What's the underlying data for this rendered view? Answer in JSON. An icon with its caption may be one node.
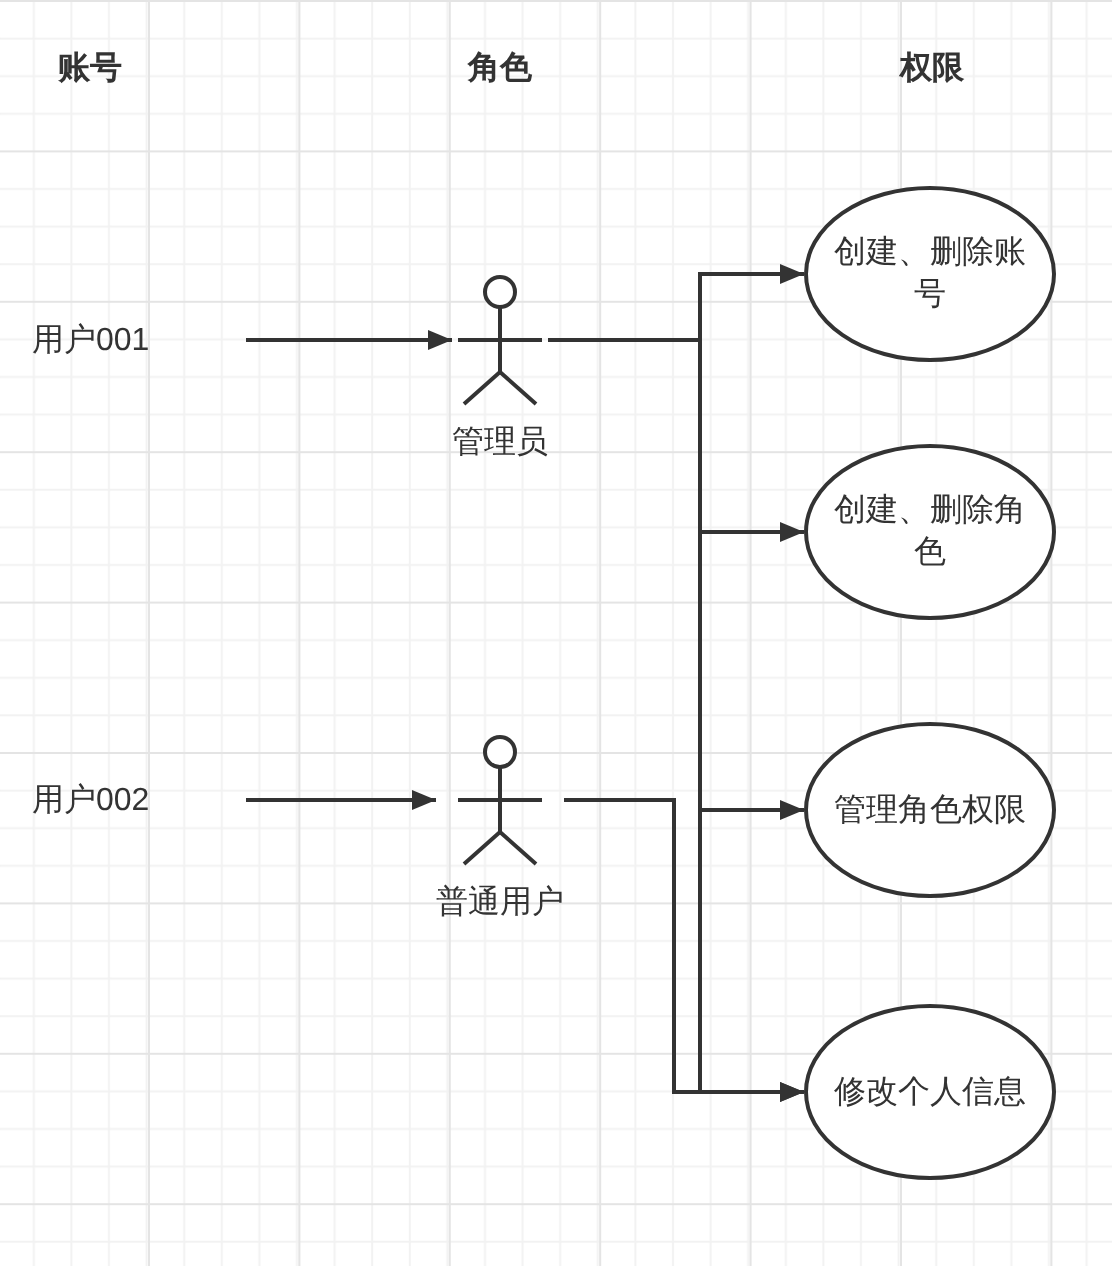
{
  "diagram": {
    "nodes": [
      {
        "text": [
          "用户001"
        ]
      },
      {
        "text": [
          "用户002"
        ]
      },
      {
        "text": [
          "管理员"
        ]
      },
      {
        "text": [
          "普通用户"
        ]
      },
      {
        "text": [
          "创建、删除账号"
        ]
      },
      {
        "text": [
          "创建、删除角色"
        ]
      },
      {
        "text": [
          "管理角色权限"
        ]
      },
      {
        "text": [
          "修改个人信息"
        ]
      }
    ],
    "edges": [
      {
        "from": 0,
        "to": 2,
        "arrow": "to"
      },
      {
        "from": 1,
        "to": 3,
        "arrow": "to"
      },
      {
        "from": 2,
        "to": 4,
        "arrow": "to"
      },
      {
        "from": 2,
        "to": 5,
        "arrow": "to"
      },
      {
        "from": 2,
        "to": 6,
        "arrow": "to"
      },
      {
        "from": 2,
        "to": 7,
        "arrow": "to"
      },
      {
        "from": 3,
        "to": 7,
        "arrow": "to"
      }
    ],
    "labels": [
      "账号",
      "角色",
      "权限"
    ]
  }
}
